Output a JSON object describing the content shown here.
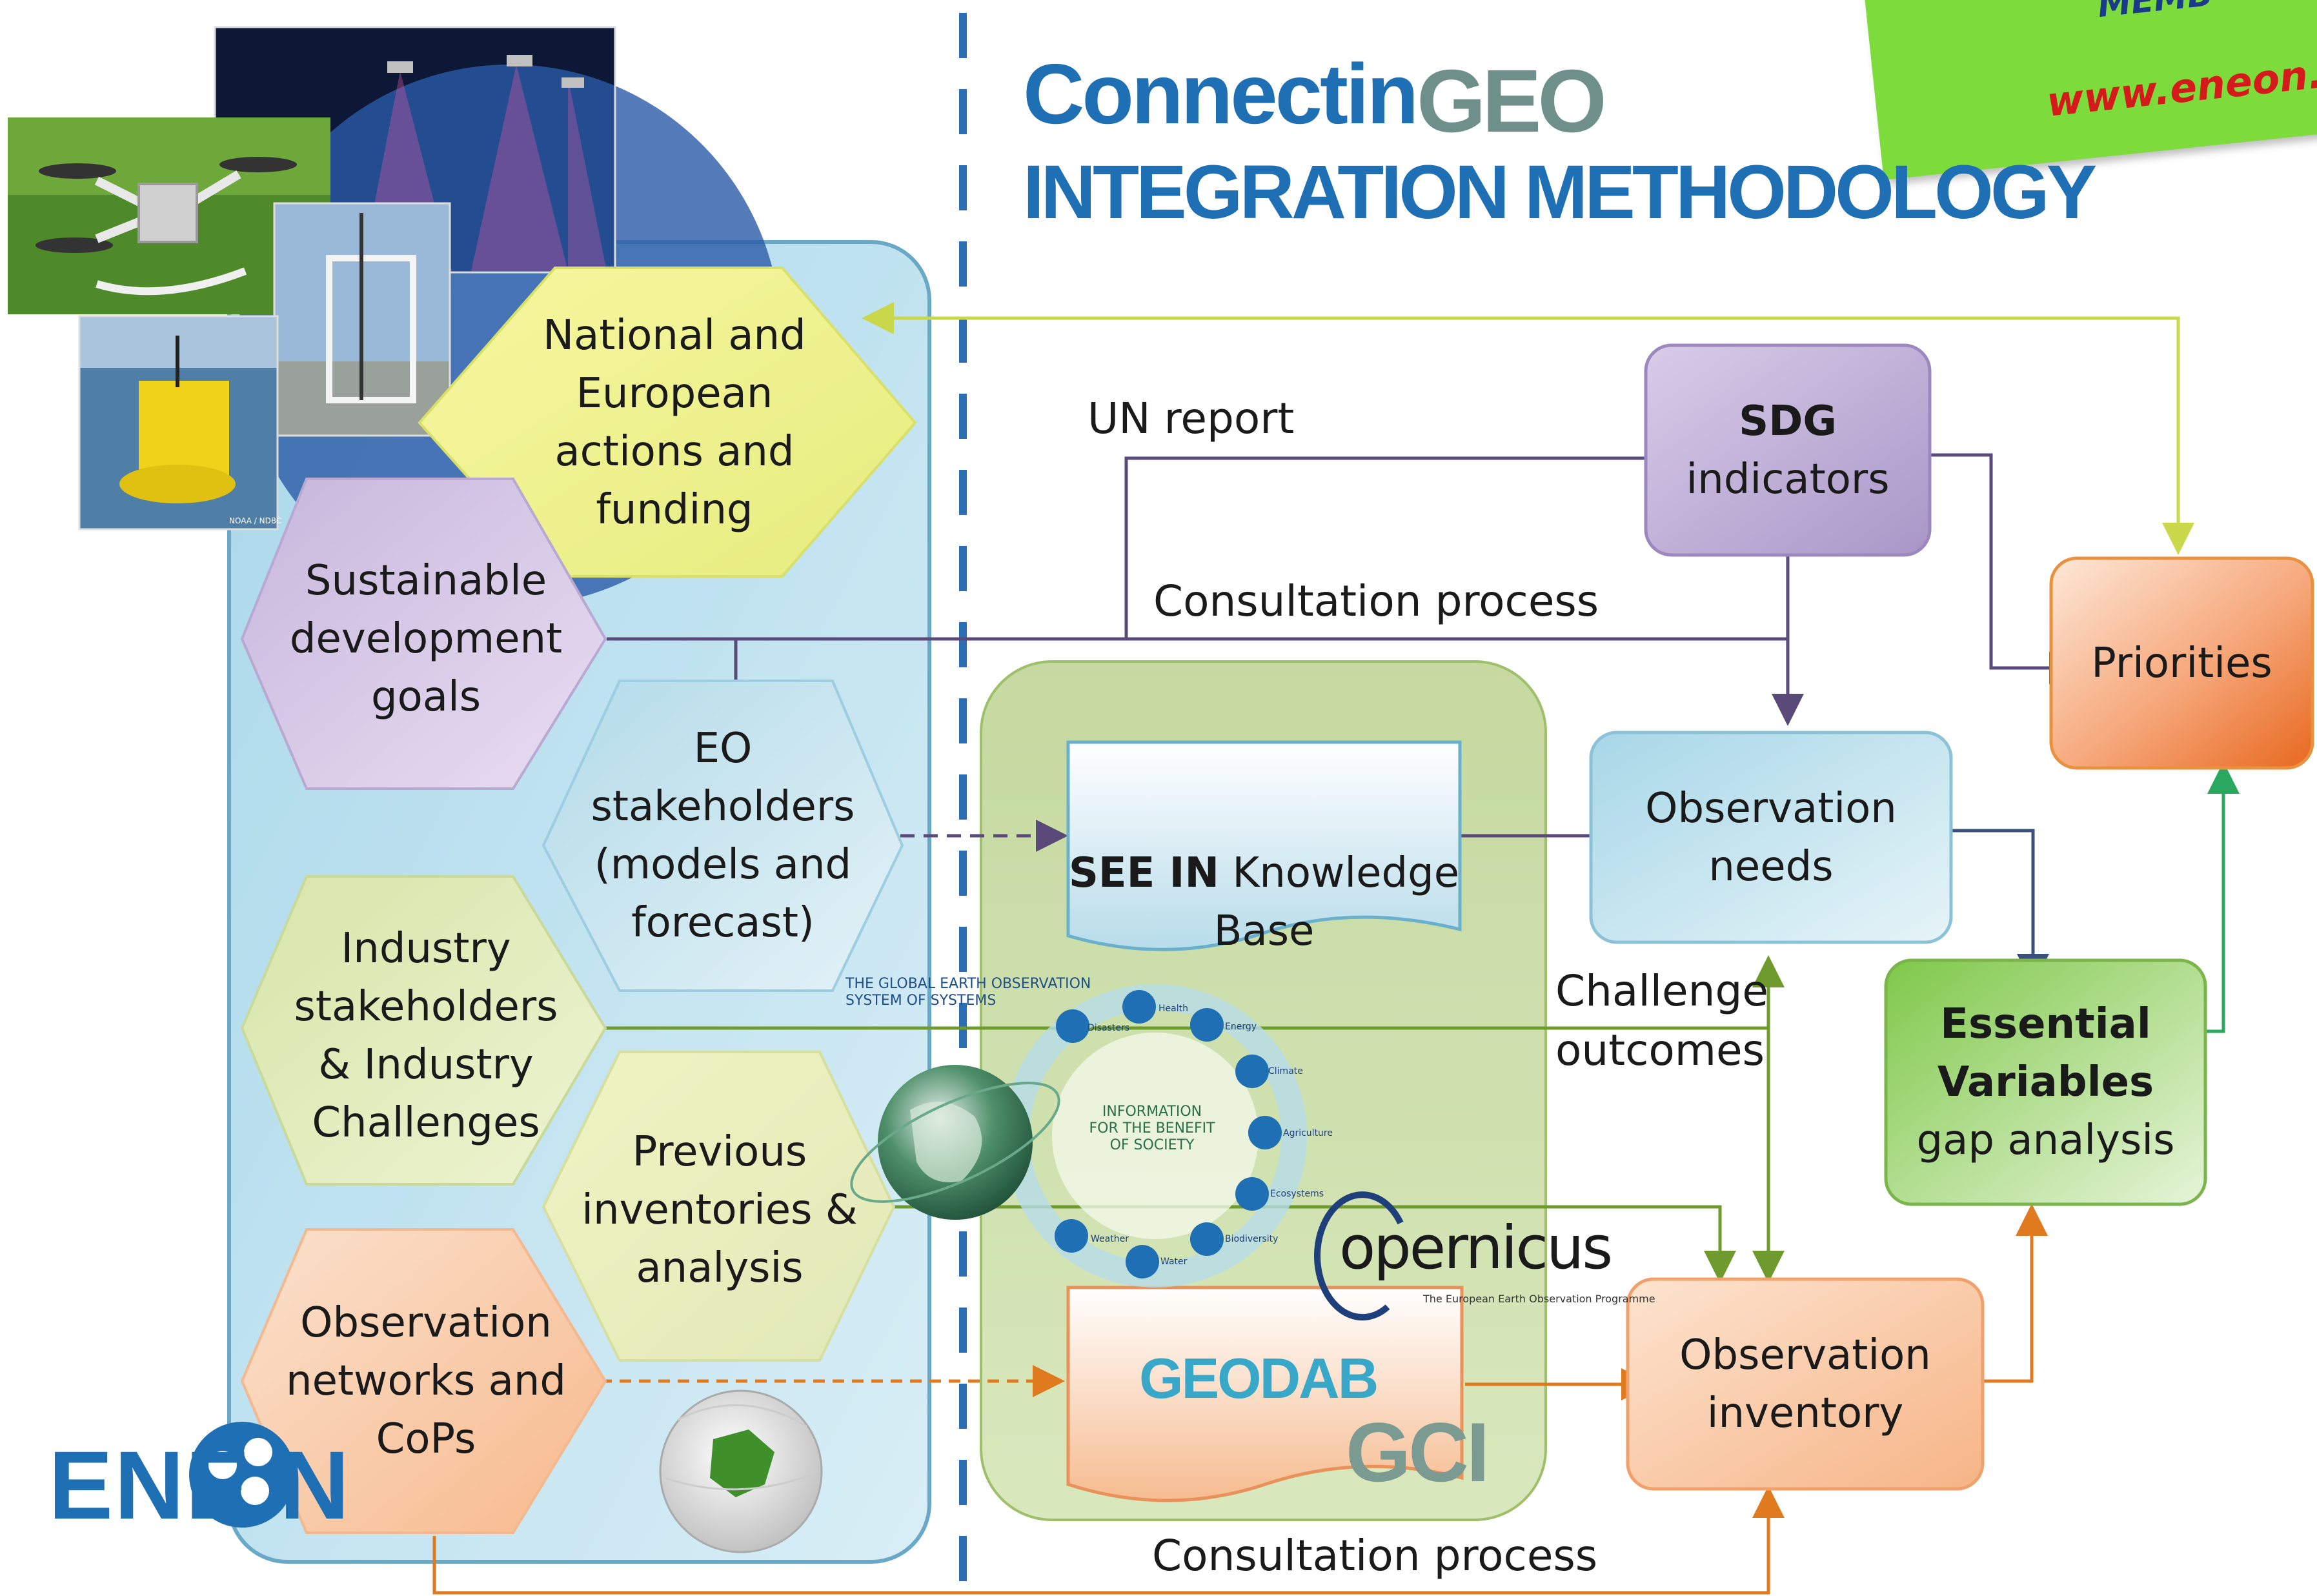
{
  "header": {
    "title_line1": "Connectin",
    "title_geo": "GEO",
    "title_line2": "INTEGRATION METHODOLOGY"
  },
  "sticky_note": {
    "top_text": "MEMB",
    "url": "www.eneon.ne"
  },
  "logo": {
    "eneon": "ENE  N"
  },
  "photos": {
    "buoy_credit": "NOAA / NDBC"
  },
  "hexagons": {
    "national": "National and\nEuropean\nactions and\nfunding",
    "sdg_goals": "Sustainable\ndevelopment\ngoals",
    "eo_stakeholders": "EO\nstakeholders\n(models and\nforecast)",
    "industry": "Industry\nstakeholders\n& Industry\nChallenges",
    "previous": "Previous\ninventories &\nanalysis",
    "obs_networks": "Observation\nnetworks and\nCoPs"
  },
  "boxes": {
    "sdg_indicators_bold": "SDG",
    "sdg_indicators": "indicators",
    "priorities": "Priorities",
    "observation_needs": "Observation\nneeds",
    "essential_bold": "Essential\nVariables",
    "essential": "gap analysis",
    "observation_inventory": "Observation\ninventory",
    "see_in_bold": "SEE IN",
    "see_in": " Knowledge\nBase"
  },
  "edge_labels": {
    "un_report": "UN report",
    "consultation_top": "Consultation process",
    "challenge_outcomes": "Challenge\noutcomes",
    "consultation_bottom": "Consultation process"
  },
  "geoss": {
    "top": "THE GLOBAL EARTH OBSERVATION\nSYSTEM OF SYSTEMS",
    "center": "INFORMATION\nFOR THE BENEFIT\nOF SOCIETY",
    "sba": [
      "Disasters",
      "Health",
      "Energy",
      "Climate",
      "Agriculture",
      "Ecosystems",
      "Biodiversity",
      "Water",
      "Weather"
    ]
  },
  "logos": {
    "copernicus": "opernicus",
    "copernicus_sub": "The European Earth Observation Programme",
    "geodab": "GEODAB",
    "gci": "GCI"
  },
  "colors": {
    "title_blue": "#1f6fb4",
    "purple_line": "#5a4a7a",
    "green_line": "#6f9a2e",
    "yellow_green_line": "#c8d84a",
    "orange_line": "#e07a1f",
    "navy_line": "#3a4f7a",
    "teal_green_line": "#2aa860"
  }
}
